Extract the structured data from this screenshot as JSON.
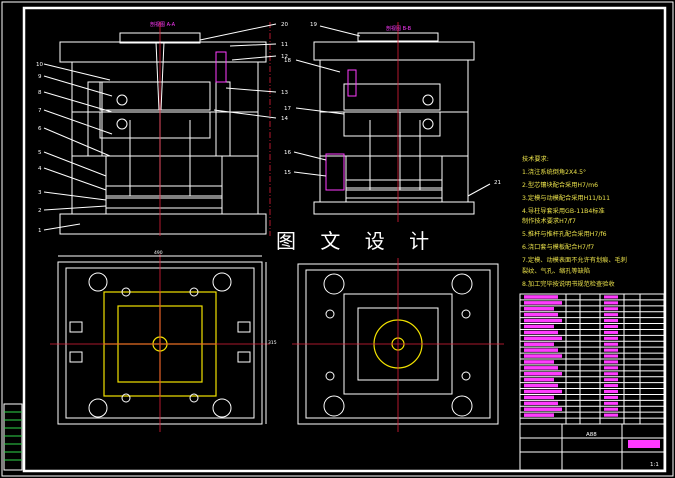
{
  "drawing": {
    "watermark": "图 文 设 计",
    "section_title_left": "剖视图 A-A",
    "section_title_right": "剖视图 B-B",
    "callouts_left": [
      "10",
      "9",
      "8",
      "7",
      "6",
      "5",
      "4",
      "3",
      "2",
      "1"
    ],
    "callouts_mid": [
      "20",
      "11",
      "12",
      "13",
      "14"
    ],
    "callouts_right": [
      "19",
      "18",
      "17",
      "16",
      "15",
      "21"
    ],
    "dimension_width": "490",
    "dimension_height": "315"
  },
  "requirements": {
    "heading": "技术要求:",
    "items": [
      "1.浇注系统倒角2X4.5°",
      "2.型芯镶块配合采用H7/m6",
      "3.定模与动模配合采用H11/b11",
      "4.导柱导套采用GB-11B4标准",
      "  制作技术要求H7/f7",
      "5.推杆与推杆孔配合采用H7/f6",
      "6.浇口套与模板配合H7/f7",
      "7.定模、动模表面不允许有划痕、毛刺",
      "  裂纹、气孔、缩孔等缺陷",
      "8.加工完毕按说明书规范检查验收"
    ]
  },
  "title_block": {
    "part_label": "A88",
    "scale_note": "1:1"
  },
  "bom_rows": 22,
  "colors": {
    "background": "#000000",
    "line": "#ffffff",
    "center": "#e0203a",
    "pattern": "#f2e200",
    "label": "#ff3cff",
    "note": "#e9e04a",
    "frame_accent": "#2fd64a"
  }
}
